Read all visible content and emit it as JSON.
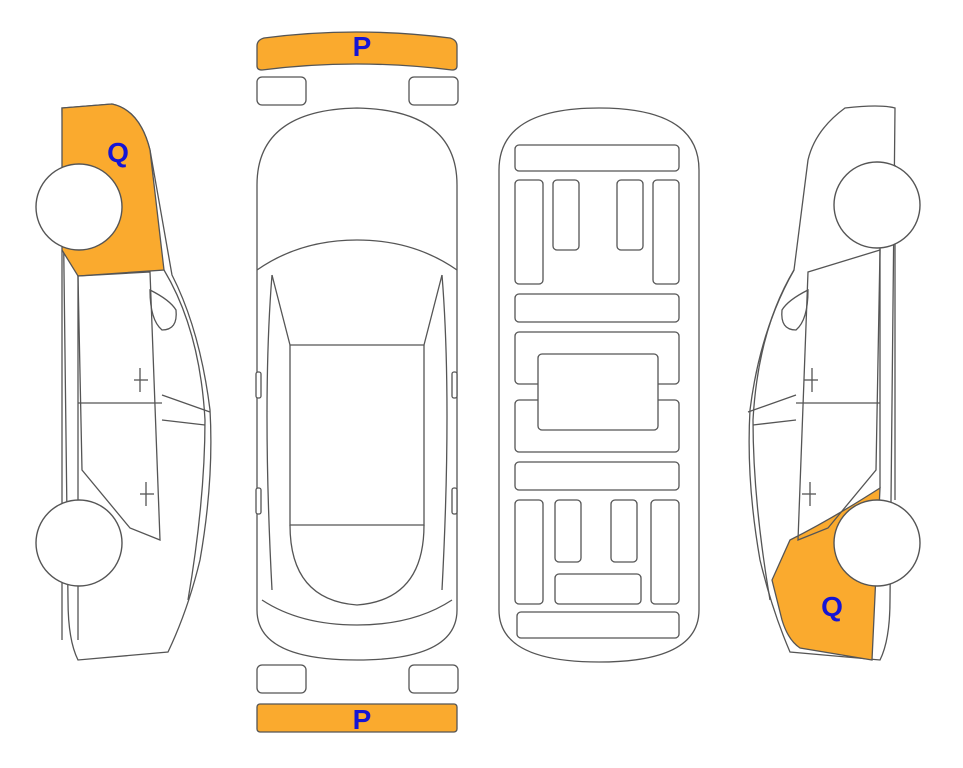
{
  "colors": {
    "damage_fill": "#FAAA2E",
    "label_text": "#1515D4",
    "outline": "#555555"
  },
  "zones": {
    "front_bumper": {
      "code": "P"
    },
    "rear_bumper": {
      "code": "P"
    },
    "left_side_front": {
      "code": "Q"
    },
    "right_side_rear": {
      "code": "Q"
    }
  }
}
